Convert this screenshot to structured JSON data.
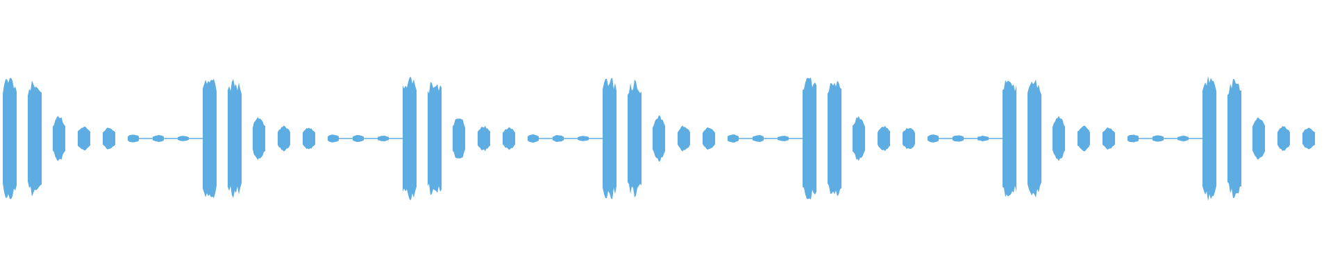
{
  "waveform": {
    "color": "#5dade2",
    "background": "#ffffff",
    "pattern_repeats": 7,
    "pattern_per_repeat": {
      "burst_levels": [
        0.86,
        0.82,
        0.32,
        0.18,
        0.16,
        0.06,
        0.05,
        0.04
      ],
      "decay": "fast"
    }
  }
}
